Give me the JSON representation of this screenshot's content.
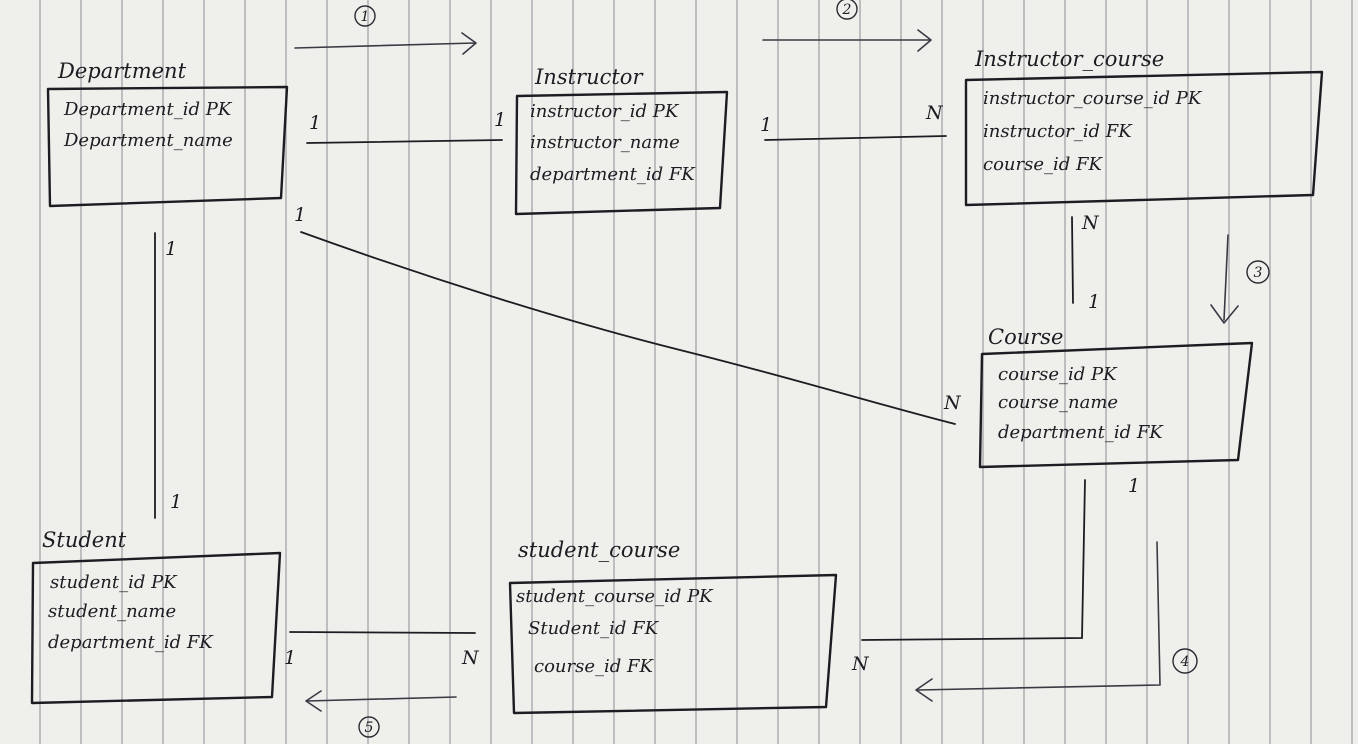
{
  "entities": {
    "department": {
      "title": "Department",
      "fields": [
        "Department_id PK",
        "Department_name"
      ]
    },
    "instructor": {
      "title": "Instructor",
      "fields": [
        "instructor_id PK",
        "instructor_name",
        "department_id FK"
      ]
    },
    "instructor_course": {
      "title": "Instructor_course",
      "fields": [
        "instructor_course_id PK",
        "instructor_id FK",
        "course_id FK"
      ]
    },
    "course": {
      "title": "Course",
      "fields": [
        "course_id PK",
        "course_name",
        "department_id FK"
      ]
    },
    "student": {
      "title": "Student",
      "fields": [
        "student_id PK",
        "student_name",
        "department_id FK"
      ]
    },
    "student_course": {
      "title": "student_course",
      "fields": [
        "student_course_id PK",
        "Student_id FK",
        "course_id FK"
      ]
    }
  },
  "cardinalities": {
    "dept_instr_left": "1",
    "dept_instr_right": "1",
    "instr_ic_left": "1",
    "instr_ic_right": "N",
    "ic_course_top": "N",
    "ic_course_bottom": "1",
    "dept_course_left": "1",
    "dept_course_right": "N",
    "dept_student_top": "1",
    "dept_student_bottom": "1",
    "course_sc_top": "1",
    "course_sc_bottom": "N",
    "student_sc_left": "1",
    "student_sc_right": "N"
  },
  "steps": [
    "1",
    "2",
    "3",
    "4",
    "5"
  ]
}
